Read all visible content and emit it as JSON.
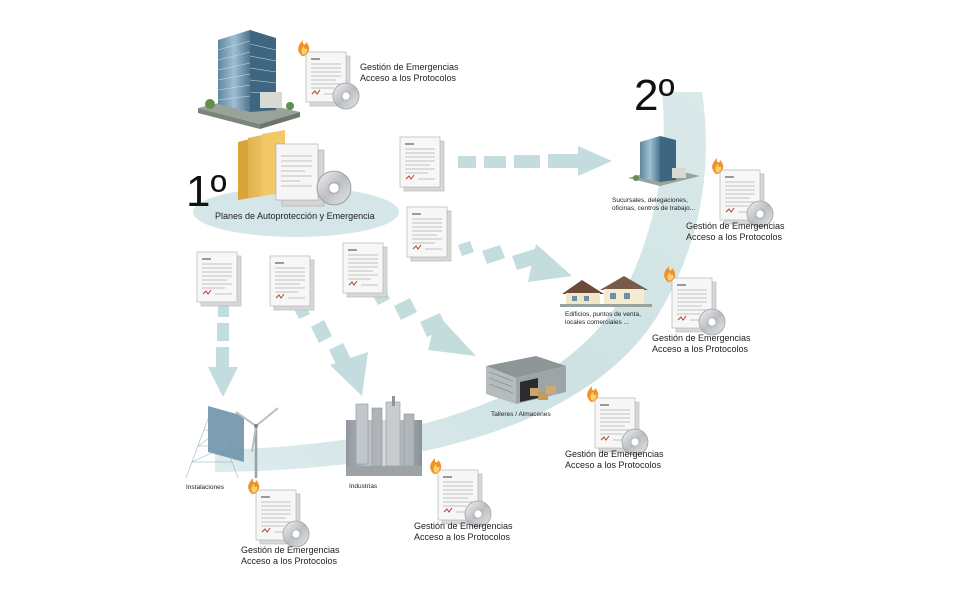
{
  "steps": {
    "first": "1º",
    "second": "2º"
  },
  "hub": {
    "label": "Planes de Autoprotección y Emergencia"
  },
  "nodes": {
    "sucursales": [
      "Sucursales, delegaciones,",
      "oficinas, centros de trabajo..."
    ],
    "edificios": [
      "Edificios, puntos de venta,",
      "locales comerciales ..."
    ],
    "talleres": "Talleres / Almacenes",
    "instalaciones": "Instalaciones",
    "industrias": "Industrias"
  },
  "protocol_blocks": [
    {
      "line1": "Gestión de Emergencias",
      "line2": "Acceso a los Protocolos"
    },
    {
      "line1": "Gestión de Emergencias",
      "line2": "Acceso a los Protocolos"
    },
    {
      "line1": "Gestión de Emergencias",
      "line2": "Acceso a los Protocolos"
    },
    {
      "line1": "Gestión de Emergencias",
      "line2": "Acceso a los Protocolos"
    },
    {
      "line1": "Gestión de Emergencias",
      "line2": "Acceso a los Protocolos"
    },
    {
      "line1": "Gestión de Emergencias",
      "line2": "Acceso a los Protocolos"
    }
  ],
  "colors": {
    "flow": "#cfe3e4",
    "arrow": "#c3dcde",
    "glass": "#6f93aa",
    "flame": "#f0912a"
  }
}
